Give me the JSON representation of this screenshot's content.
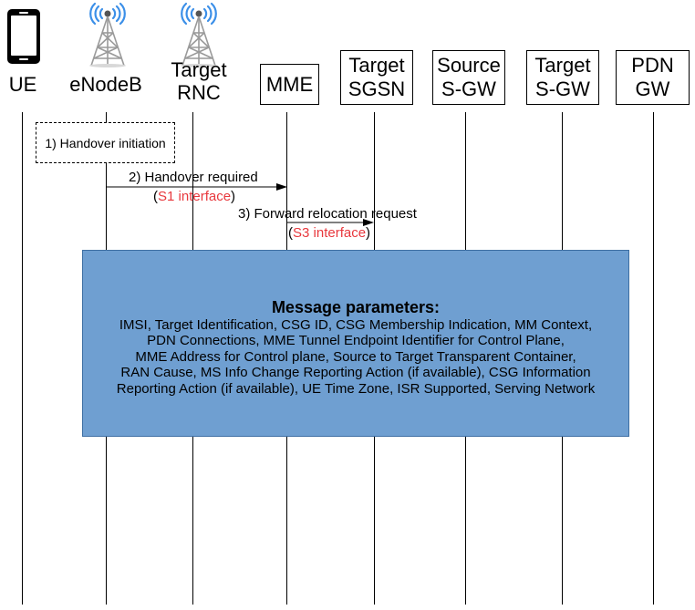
{
  "entities": {
    "ue": {
      "label": "UE"
    },
    "enodeb": {
      "label": "eNodeB"
    },
    "target_rnc": {
      "label": "Target\nRNC"
    },
    "mme": {
      "label": "MME"
    },
    "target_sgsn": {
      "label": "Target\nSGSN"
    },
    "source_sgw": {
      "label": "Source\nS-GW"
    },
    "target_sgw": {
      "label": "Target\nS-GW"
    },
    "pdn_gw": {
      "label": "PDN\nGW"
    }
  },
  "icons": {
    "ue": "mobile-phone-icon",
    "enodeb": "cell-tower-icon",
    "target_rnc": "cell-tower-icon"
  },
  "colors": {
    "interface_text": "#e8383d",
    "parameter_box": "#6f9fd1",
    "signal_waves": "#3b8fe8"
  },
  "steps": {
    "s1": {
      "text": "1) Handover initiation"
    },
    "s2": {
      "text": "2) Handover required",
      "iface_open": "(",
      "iface": "S1 interface",
      "iface_close": ")"
    },
    "s3": {
      "text": "3) Forward relocation request",
      "iface_open": "(",
      "iface": "S3 interface",
      "iface_close": ")"
    }
  },
  "parameters": {
    "title": "Message parameters:",
    "body": "IMSI, Target Identification, CSG ID, CSG Membership Indication, MM Context,\nPDN Connections, MME Tunnel Endpoint Identifier for Control Plane,\nMME Address for Control plane, Source to Target Transparent Container,\nRAN Cause, MS Info Change Reporting Action (if available), CSG Information\nReporting Action (if available), UE Time Zone, ISR Supported, Serving Network"
  }
}
